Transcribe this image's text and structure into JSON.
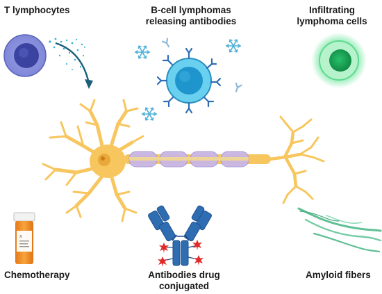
{
  "labels": {
    "t_lymphocytes": "T lymphocytes",
    "b_cell": "B-cell lymphomas\nreleasing antibodies",
    "infiltrating": "Infiltrating\nlymphoma cells",
    "chemotherapy": "Chemotherapy",
    "adc": "Antibodies drug\nconjugated",
    "amyloid": "Amyloid fibers"
  },
  "colors": {
    "t_cell": "#7d85d6",
    "b_cell": "#3fb2df",
    "infiltrating_glow": "#4fdc86",
    "neuron": "#f7c65e",
    "myelin": "#c9b6e4",
    "antibody": "#2f6db3",
    "drug": "#e02a2a",
    "pill_bottle": "#f08a1c",
    "amyloid": "#5fbf95"
  },
  "icons": {
    "t_cell": "t-lymphocyte-icon",
    "b_cell": "b-cell-icon",
    "infiltrating": "infiltrating-cell-icon",
    "neuron": "neuron-icon",
    "chemo": "pill-bottle-icon",
    "adc": "antibody-drug-conjugate-icon",
    "amyloid": "amyloid-fibers-icon"
  }
}
